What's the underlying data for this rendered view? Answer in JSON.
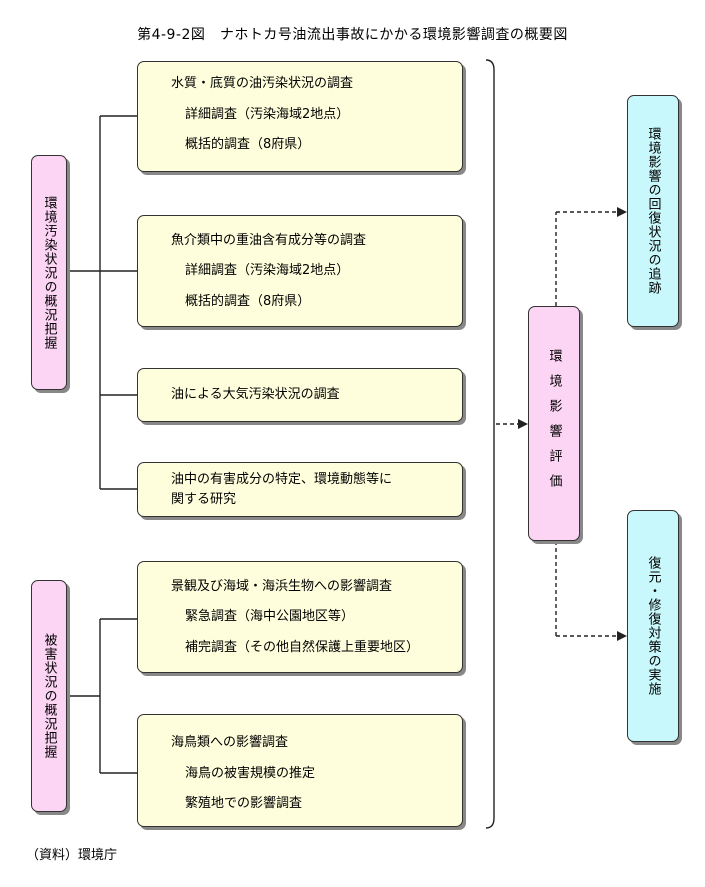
{
  "title": "第4-9-2図　ナホトカ号油流出事故にかかる環境影響調査の概要図",
  "left_groups": {
    "pollution": "環境汚染状況の概況把握",
    "damage": "被害状況の概況把握"
  },
  "boxes": {
    "water": {
      "title": "水質・底質の油汚染状況の調査",
      "detail": "詳細調査（汚染海域2地点）",
      "summary": "概括的調査（8府県）"
    },
    "fish": {
      "title": "魚介類中の重油含有成分等の調査",
      "detail": "詳細調査（汚染海域2地点）",
      "summary": "概括的調査（8府県）"
    },
    "air": {
      "title": "油による大気汚染状況の調査"
    },
    "harmful": {
      "line1": "油中の有害成分の特定、環境動態等に",
      "line2": "関する研究"
    },
    "landscape": {
      "title": "景観及び海域・海浜生物への影響調査",
      "urgent": "緊急調査（海中公園地区等）",
      "supplement": "補完調査（その他自然保護上重要地区）"
    },
    "seabird": {
      "title": "海鳥類への影響調査",
      "scale": "海鳥の被害規模の推定",
      "breeding": "繁殖地での影響調査"
    }
  },
  "center": "環境影響評価",
  "right": {
    "recovery": "環境影響の回復状況の追跡",
    "restoration": "復元・修復対策の実施"
  },
  "source": "（資料）環境庁",
  "colors": {
    "yellow": "#fefedd",
    "pink": "#fcd4f4",
    "cyan": "#c8f8fb"
  }
}
